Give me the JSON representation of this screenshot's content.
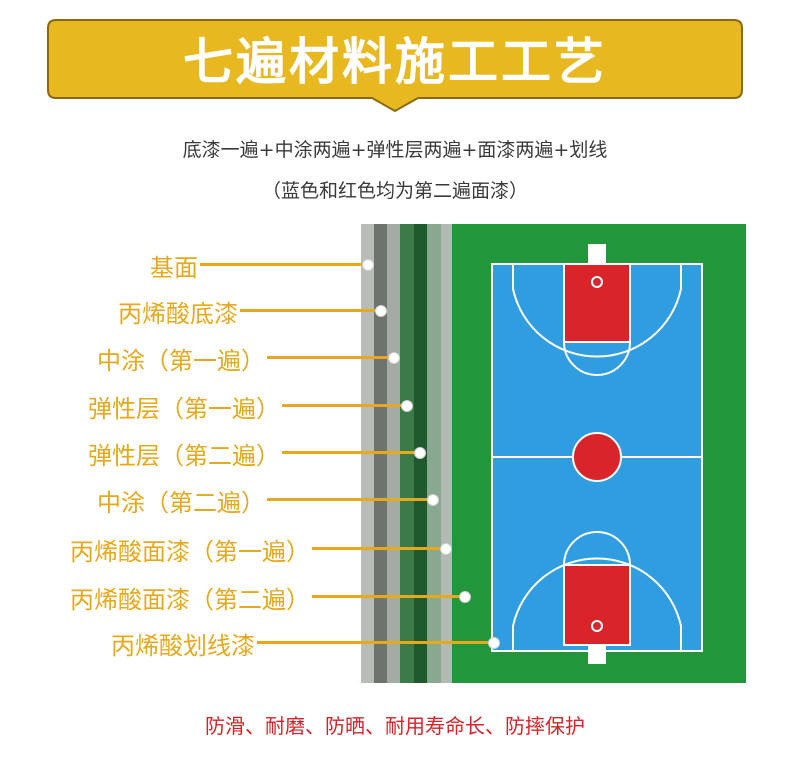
{
  "title": "七遍材料施工工艺",
  "subtitle_line1": "底漆一遍+中涂两遍+弹性层两遍+面漆两遍+划线",
  "subtitle_line2": "（蓝色和红色均为第二遍面漆）",
  "layers": [
    {
      "label": "基面",
      "color": "#b7bcb7"
    },
    {
      "label": "丙烯酸底漆",
      "color": "#6e736e"
    },
    {
      "label": "中涂（第一遍）",
      "color": "#a4aaa4"
    },
    {
      "label": "弹性层（第一遍）",
      "color": "#3c7a4a"
    },
    {
      "label": "弹性层（第二遍）",
      "color": "#1f5a2e"
    },
    {
      "label": "中涂（第二遍）",
      "color": "#88a890"
    },
    {
      "label": "丙烯酸面漆（第一遍）",
      "color": "#b3bab3"
    },
    {
      "label": "丙烯酸面漆（第二遍）",
      "color": "#22913a"
    },
    {
      "label": "丙烯酸划线漆",
      "color": "#ffffff"
    }
  ],
  "court": {
    "outer_color": "#21963a",
    "inner_color": "#2f9de0",
    "key_color": "#d9252a",
    "line_color": "#ffffff"
  },
  "features": "防滑、耐磨、防晒、耐用寿命长、防摔保护",
  "colors": {
    "banner": "#e8b820",
    "label": "#e6a81c",
    "features": "#d8222a"
  }
}
